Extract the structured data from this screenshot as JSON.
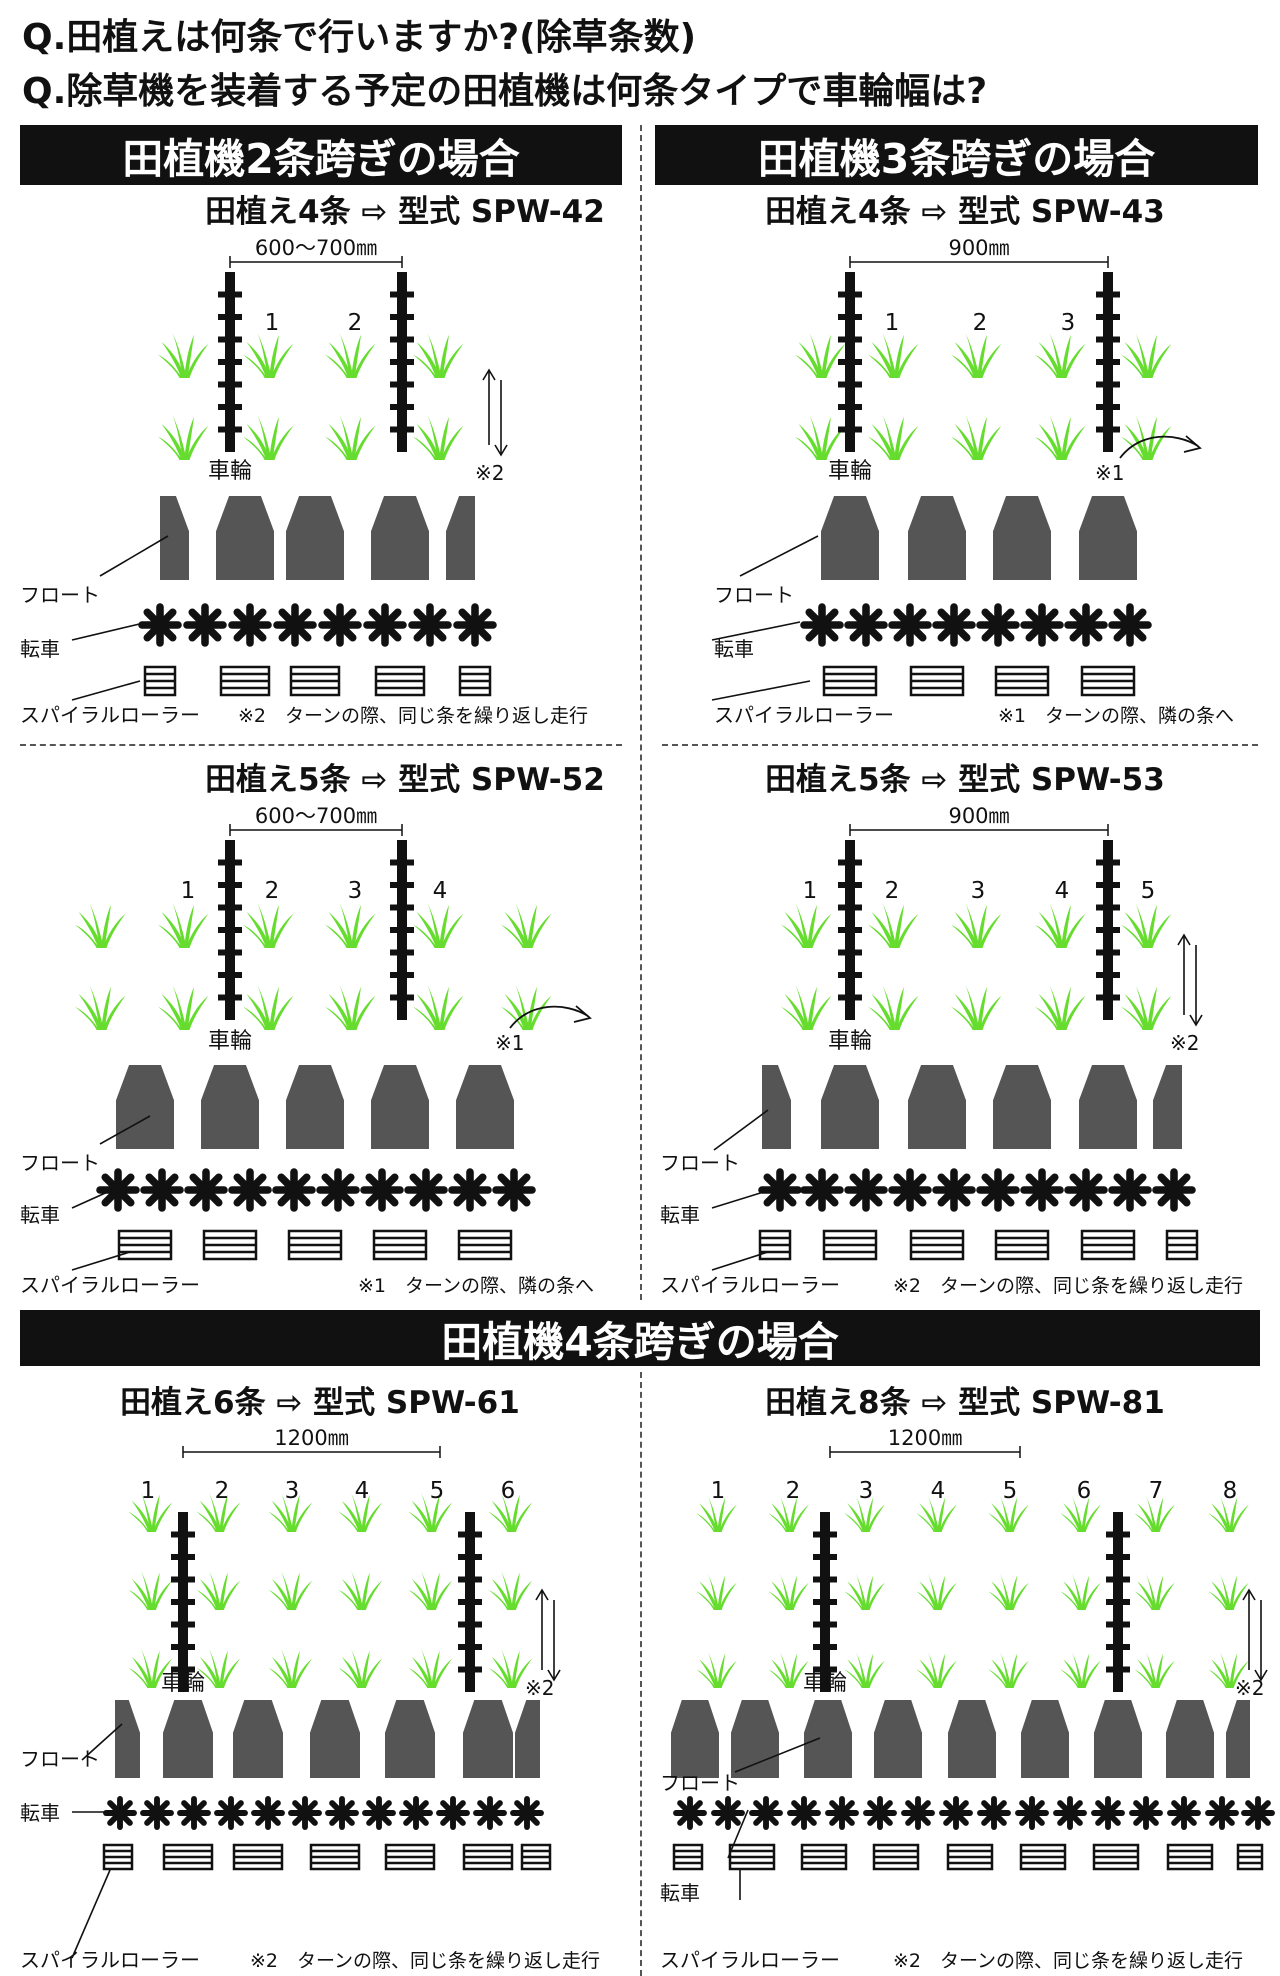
{
  "questions": [
    "Q.田植えは何条で行いますか?(除草条数)",
    "Q.除草機を装着する予定の田植機は何条タイプで車輪幅は?"
  ],
  "sections": [
    "田植機2条跨ぎの場合",
    "田植機3条跨ぎの場合",
    "田植機4条跨ぎの場合"
  ],
  "labels": {
    "wheel": "車輪",
    "float": "フロート",
    "rotor": "転車",
    "roller": "スパイラルローラー",
    "arrow": "⇨"
  },
  "notes": {
    "n1": "※1",
    "n2": "※2",
    "n1_text": "※1　ターンの際、隣の条へ",
    "n2_text": "※2　ターンの際、同じ条を繰り返し走行"
  },
  "colors": {
    "grass": "#66dd2e",
    "float": "#555555",
    "band": "#111111"
  },
  "panels": [
    {
      "planting": "田植え4条",
      "model": "型式 SPW-42",
      "width": "600〜700㎜",
      "nums": [
        "1",
        "2"
      ],
      "note": "※2",
      "footer": "※2　ターンの際、同じ条を繰り返し走行"
    },
    {
      "planting": "田植え4条",
      "model": "型式 SPW-43",
      "width": "900㎜",
      "nums": [
        "1",
        "2",
        "3"
      ],
      "note": "※1",
      "footer": "※1　ターンの際、隣の条へ"
    },
    {
      "planting": "田植え5条",
      "model": "型式 SPW-52",
      "width": "600〜700㎜",
      "nums": [
        "1",
        "2",
        "3",
        "4"
      ],
      "note": "※1",
      "footer": "※1　ターンの際、隣の条へ"
    },
    {
      "planting": "田植え5条",
      "model": "型式 SPW-53",
      "width": "900㎜",
      "nums": [
        "1",
        "2",
        "3",
        "4",
        "5"
      ],
      "note": "※2",
      "footer": "※2　ターンの際、同じ条を繰り返し走行"
    },
    {
      "planting": "田植え6条",
      "model": "型式 SPW-61",
      "width": "1200㎜",
      "nums": [
        "1",
        "2",
        "3",
        "4",
        "5",
        "6"
      ],
      "note": "※2",
      "footer": "※2　ターンの際、同じ条を繰り返し走行"
    },
    {
      "planting": "田植え8条",
      "model": "型式 SPW-81",
      "width": "1200㎜",
      "nums": [
        "1",
        "2",
        "3",
        "4",
        "5",
        "6",
        "7",
        "8"
      ],
      "note": "※2",
      "footer": "※2　ターンの際、同じ条を繰り返し走行"
    }
  ]
}
